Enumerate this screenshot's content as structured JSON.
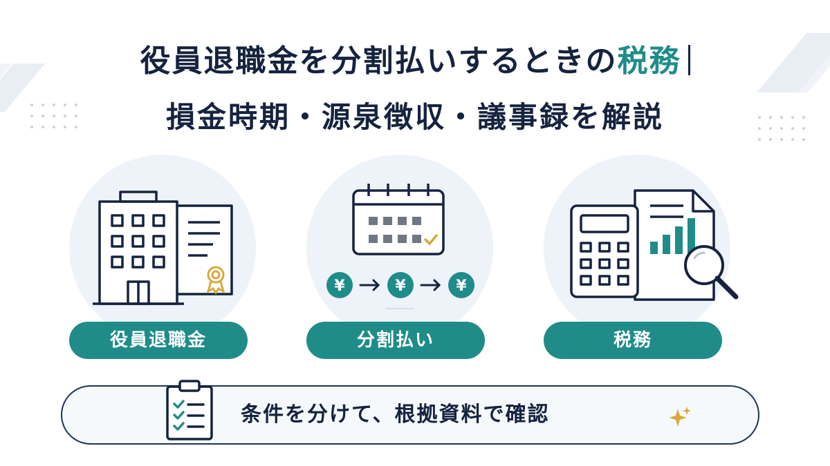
{
  "header": {
    "title_main": "役員退職金を分割払いするときの",
    "title_accent": "税務",
    "subtitle": "損金時期・源泉徴収・議事録を解説"
  },
  "cards": [
    {
      "label": "役員退職金",
      "icon": "office-building-certificate-icon"
    },
    {
      "label": "分割払い",
      "icon": "calendar-installments-icon"
    },
    {
      "label": "税務",
      "icon": "calculator-report-magnifier-icon"
    }
  ],
  "installments": {
    "currency_symbol": "¥"
  },
  "banner": {
    "text": "条件を分けて、根拠資料で確認",
    "icon": "clipboard-checklist-icon"
  },
  "colors": {
    "navy": "#15233f",
    "teal": "#1f8c89",
    "gold": "#d9a93a",
    "light_blue": "#eef3f9"
  }
}
